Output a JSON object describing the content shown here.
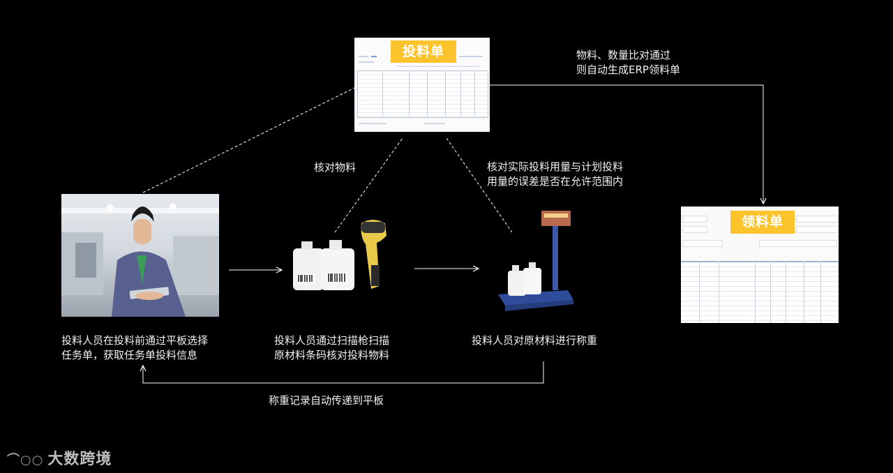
{
  "feed_order": {
    "title": "投料单"
  },
  "requisition": {
    "title": "领料单"
  },
  "labels": {
    "erp_note_line1": "物料、数量比对通过",
    "erp_note_line2": "则自动生成ERP领料单",
    "verify_material": "核对物料",
    "verify_usage_line1": "核对实际投料用量与计划投料",
    "verify_usage_line2": "用量的误差是否在允许范围内",
    "weight_transfer": "称重记录自动传递到平板"
  },
  "steps": [
    {
      "line1": "投料人员在投料前通过平板选择",
      "line2": "任务单，获取任务单投料信息"
    },
    {
      "line1": "投料人员通过扫描枪扫描",
      "line2": "原材料条码核对投料物料"
    },
    {
      "line1": "投料人员对原材料进行称重",
      "line2": ""
    }
  ],
  "logo": {
    "text": "大数跨境"
  },
  "colors": {
    "badge": "#fdc32c",
    "background": "#000000",
    "line": "#ffffff"
  }
}
